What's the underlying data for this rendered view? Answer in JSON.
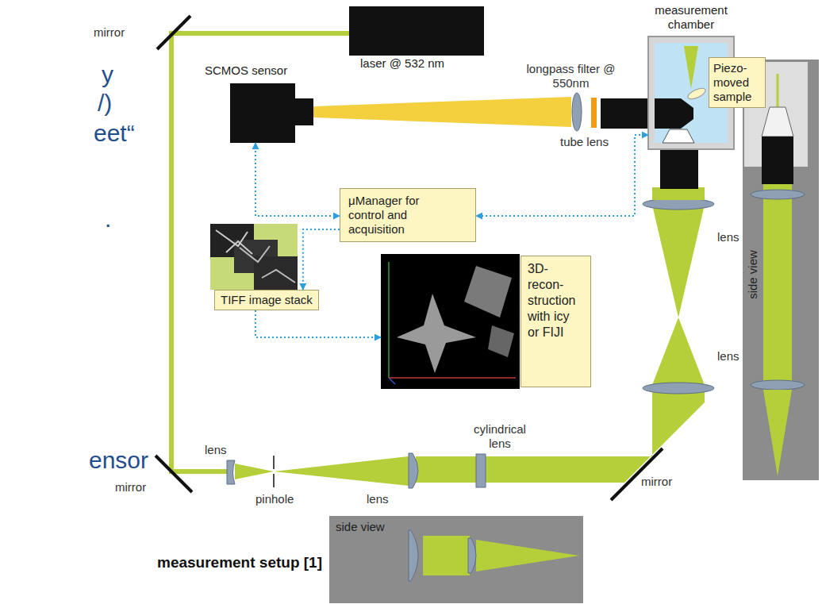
{
  "diagram": {
    "caption": "measurement setup [1]",
    "nodes": [
      {
        "text": [
          "laser @ 532 nm"
        ]
      },
      {
        "text": [
          "SCMOS sensor"
        ]
      },
      {
        "text": [
          "measurement chamber"
        ]
      },
      {
        "text": [
          "Piezo- moved sample"
        ],
        "in": 2
      },
      {
        "text": [
          "μManager for control and acquisition"
        ]
      },
      {
        "text": [
          "TIFF image stack"
        ]
      },
      {
        "text": [
          "3D- recon- struction with icy or FIJI"
        ]
      },
      {
        "text": [
          "side view"
        ]
      },
      {
        "text": [
          "side view"
        ]
      }
    ],
    "edges": [
      {
        "from": 1,
        "to": 4,
        "arrow": "both"
      },
      {
        "from": 4,
        "to": 5,
        "arrow": "to"
      },
      {
        "from": 2,
        "to": 4,
        "arrow": "both"
      },
      {
        "from": 5,
        "to": 6,
        "arrow": "to"
      }
    ],
    "labels": [
      "y",
      "/)",
      "eet“",
      ".",
      "ensor",
      "mirror",
      "longpass filter @ 550nm",
      "tube lens",
      "lens",
      "lens",
      "cylindrical lens",
      "lens",
      "mirror",
      "pinhole",
      "lens",
      "mirror"
    ]
  }
}
